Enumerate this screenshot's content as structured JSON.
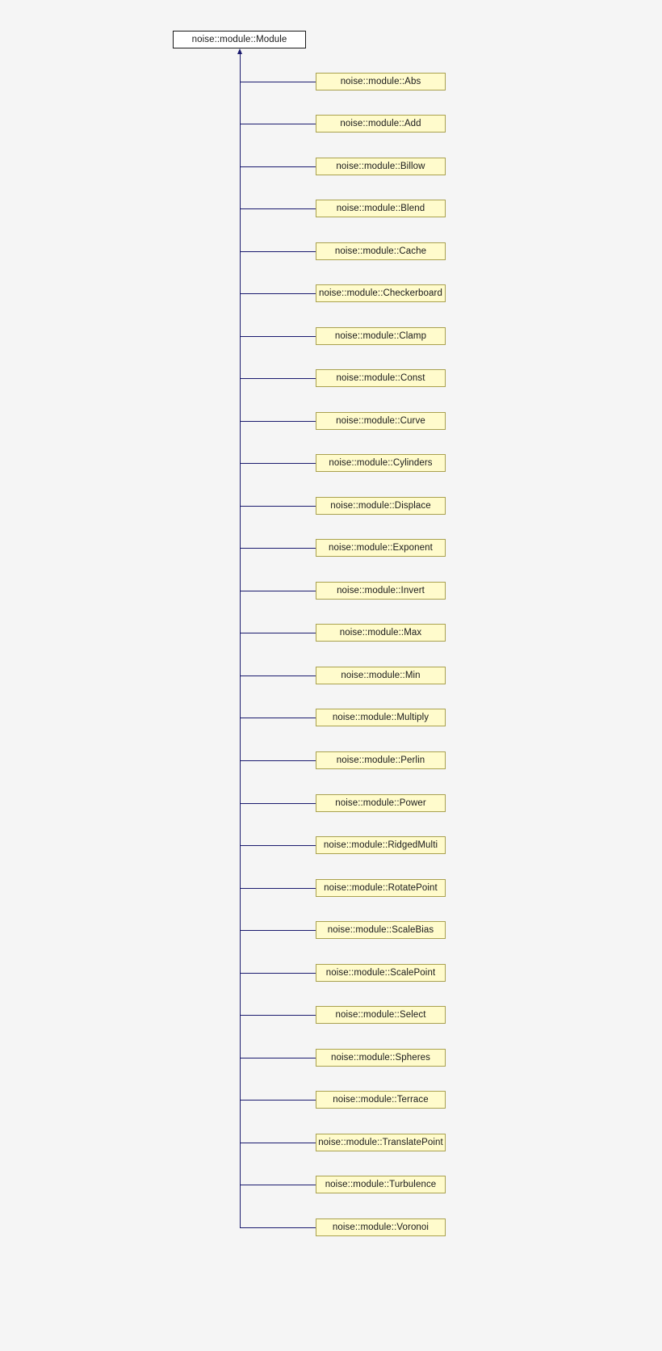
{
  "diagram": {
    "type": "inheritance-diagram",
    "base_class": {
      "label": "noise::module::Module",
      "fill_color": "#ffffff",
      "border_color": "#1a1a1a"
    },
    "edge_color": "#1a1a6e",
    "background_color": "#f5f5f5",
    "derived_fill_color": "#fffbcc",
    "derived_border_color": "#a9a14e",
    "derived_classes": [
      {
        "label": "noise::module::Abs"
      },
      {
        "label": "noise::module::Add"
      },
      {
        "label": "noise::module::Billow"
      },
      {
        "label": "noise::module::Blend"
      },
      {
        "label": "noise::module::Cache"
      },
      {
        "label": "noise::module::Checkerboard"
      },
      {
        "label": "noise::module::Clamp"
      },
      {
        "label": "noise::module::Const"
      },
      {
        "label": "noise::module::Curve"
      },
      {
        "label": "noise::module::Cylinders"
      },
      {
        "label": "noise::module::Displace"
      },
      {
        "label": "noise::module::Exponent"
      },
      {
        "label": "noise::module::Invert"
      },
      {
        "label": "noise::module::Max"
      },
      {
        "label": "noise::module::Min"
      },
      {
        "label": "noise::module::Multiply"
      },
      {
        "label": "noise::module::Perlin"
      },
      {
        "label": "noise::module::Power"
      },
      {
        "label": "noise::module::RidgedMulti"
      },
      {
        "label": "noise::module::RotatePoint"
      },
      {
        "label": "noise::module::ScaleBias"
      },
      {
        "label": "noise::module::ScalePoint"
      },
      {
        "label": "noise::module::Select"
      },
      {
        "label": "noise::module::Spheres"
      },
      {
        "label": "noise::module::Terrace"
      },
      {
        "label": "noise::module::TranslatePoint"
      },
      {
        "label": "noise::module::Turbulence"
      },
      {
        "label": "noise::module::Voronoi"
      }
    ]
  }
}
